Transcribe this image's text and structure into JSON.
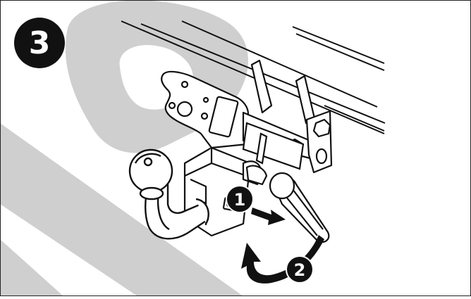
{
  "figure": {
    "step_number": "3",
    "callouts": [
      {
        "label": "1"
      },
      {
        "label": "2"
      }
    ],
    "colors": {
      "watermark": "#cfcfcf",
      "ink": "#111111",
      "paper": "#ffffff"
    }
  }
}
